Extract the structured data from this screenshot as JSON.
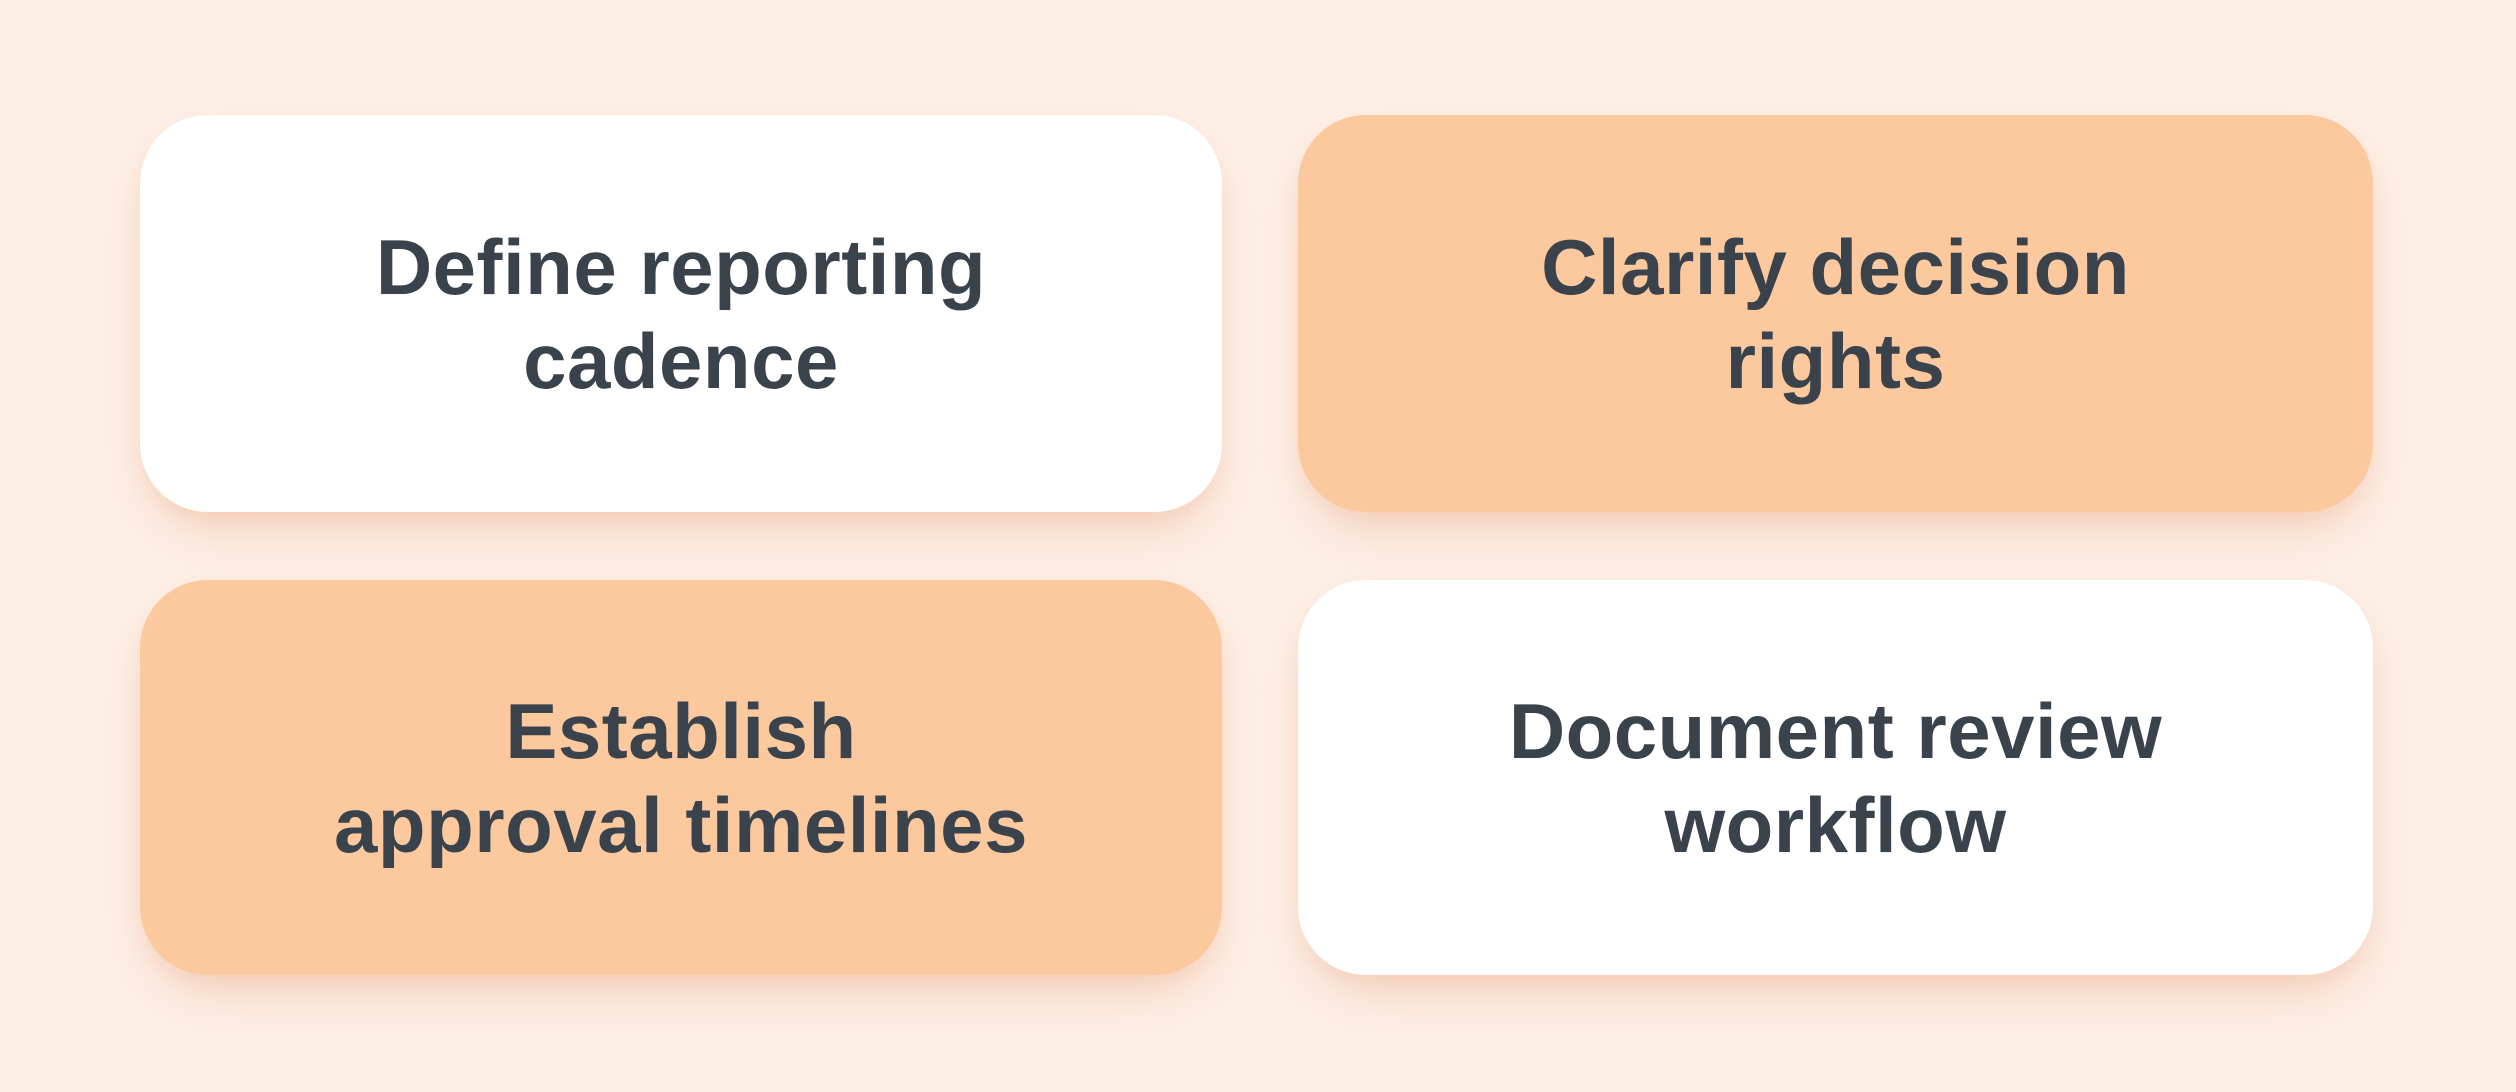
{
  "page": {
    "background_color": "#FDEFE6",
    "card_white_color": "#FFFFFF",
    "card_accent_color": "#FCC99E",
    "text_color": "#3A424C"
  },
  "cards": [
    {
      "label": "Define reporting cadence",
      "variant": "white"
    },
    {
      "label": "Clarify decision rights",
      "variant": "accent"
    },
    {
      "label": "Establish approval timelines",
      "variant": "accent"
    },
    {
      "label": "Document review workflow",
      "variant": "white"
    }
  ]
}
